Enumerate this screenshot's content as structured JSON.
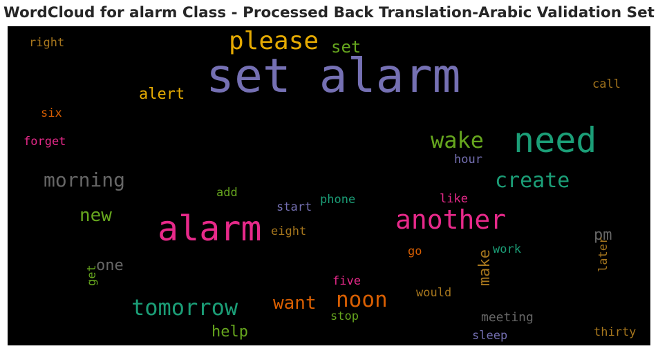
{
  "title": "WordCloud for alarm Class - Processed Back Translation-Arabic Validation Set",
  "chart_data": {
    "type": "wordcloud",
    "title": "WordCloud for alarm Class - Processed Back Translation-Arabic Validation Set",
    "background": "#000000",
    "words": [
      {
        "text": "set alarm",
        "color": "#7570b3"
      },
      {
        "text": "alarm",
        "color": "#e7298a"
      },
      {
        "text": "need",
        "color": "#1b9e77"
      },
      {
        "text": "please",
        "color": "#e6ab02"
      },
      {
        "text": "another",
        "color": "#e7298a"
      },
      {
        "text": "tomorrow",
        "color": "#1b9e77"
      },
      {
        "text": "wake",
        "color": "#66a61e"
      },
      {
        "text": "create",
        "color": "#1b9e77"
      },
      {
        "text": "morning",
        "color": "#666666"
      },
      {
        "text": "noon",
        "color": "#d95f02"
      },
      {
        "text": "want",
        "color": "#d95f02"
      },
      {
        "text": "set",
        "color": "#66a61e"
      },
      {
        "text": "new",
        "color": "#66a61e"
      },
      {
        "text": "alert",
        "color": "#e6ab02"
      },
      {
        "text": "help",
        "color": "#66a61e"
      },
      {
        "text": "make",
        "color": "#a6761d"
      },
      {
        "text": "pm",
        "color": "#666666"
      },
      {
        "text": "one",
        "color": "#666666"
      },
      {
        "text": "meeting",
        "color": "#666666"
      },
      {
        "text": "right",
        "color": "#a6761d"
      },
      {
        "text": "call",
        "color": "#a6761d"
      },
      {
        "text": "six",
        "color": "#d95f02"
      },
      {
        "text": "forget",
        "color": "#e7298a"
      },
      {
        "text": "hour",
        "color": "#7570b3"
      },
      {
        "text": "add",
        "color": "#66a61e"
      },
      {
        "text": "phone",
        "color": "#1b9e77"
      },
      {
        "text": "like",
        "color": "#e7298a"
      },
      {
        "text": "start",
        "color": "#7570b3"
      },
      {
        "text": "eight",
        "color": "#a6761d"
      },
      {
        "text": "go",
        "color": "#d95f02"
      },
      {
        "text": "work",
        "color": "#1b9e77"
      },
      {
        "text": "later",
        "color": "#a6761d"
      },
      {
        "text": "get",
        "color": "#66a61e"
      },
      {
        "text": "five",
        "color": "#e7298a"
      },
      {
        "text": "would",
        "color": "#a6761d"
      },
      {
        "text": "stop",
        "color": "#66a61e"
      },
      {
        "text": "sleep",
        "color": "#7570b3"
      },
      {
        "text": "thirty",
        "color": "#a6761d"
      }
    ]
  }
}
